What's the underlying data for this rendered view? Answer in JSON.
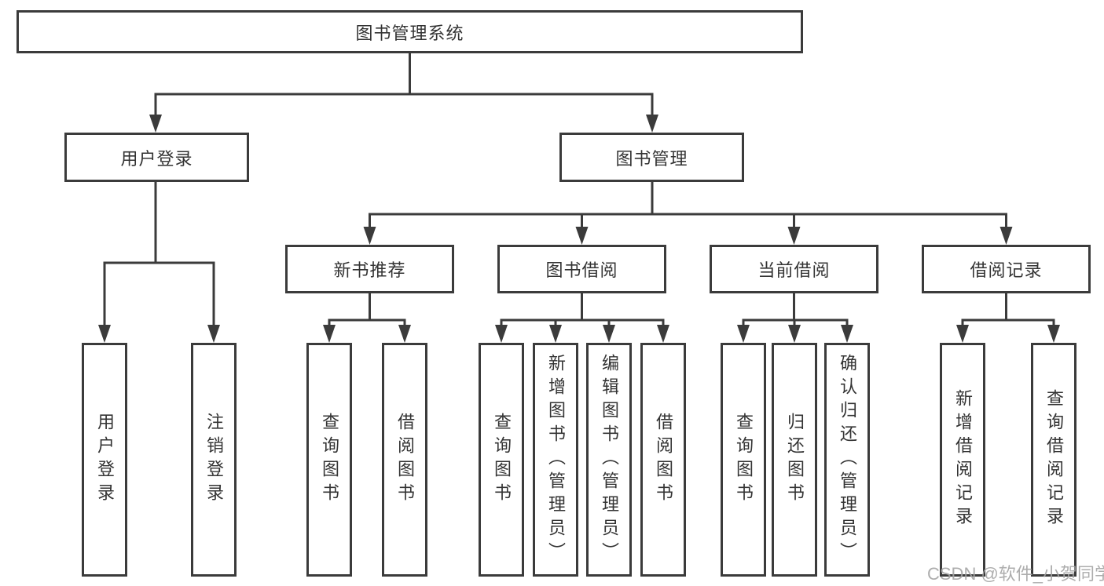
{
  "diagram": {
    "title": "图书管理系统",
    "root": {
      "label": "图书管理系统"
    },
    "level2": [
      {
        "label": "用户登录"
      },
      {
        "label": "图书管理"
      }
    ],
    "level3": [
      {
        "label": "新书推荐"
      },
      {
        "label": "图书借阅"
      },
      {
        "label": "当前借阅"
      },
      {
        "label": "借阅记录"
      }
    ],
    "leaves": {
      "login": [
        "用户登录",
        "注销登录"
      ],
      "recommend": [
        "查询图书",
        "借阅图书"
      ],
      "borrow": [
        "查询图书",
        "新增图书（管理员）",
        "编辑图书（管理员）",
        "借阅图书"
      ],
      "current": [
        "查询图书",
        "归还图书",
        "确认归还（管理员）"
      ],
      "records": [
        "新增借阅记录",
        "查询借阅记录"
      ]
    }
  },
  "watermark": {
    "text": "CSDN @软件_小贺同学"
  },
  "colors": {
    "line": "#3b3b3b",
    "text": "#333333",
    "box_background": "#ffffff",
    "watermark": "#a5a5a5"
  }
}
